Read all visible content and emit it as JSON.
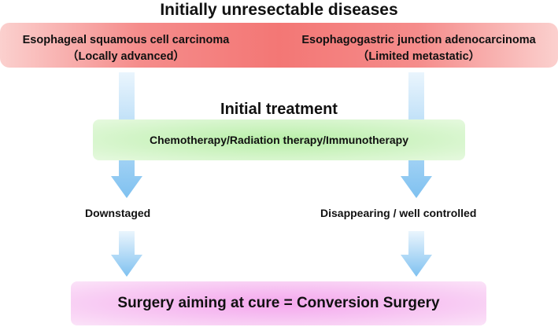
{
  "top_title": "Initially unresectable diseases",
  "diseases": {
    "left": {
      "line1": "Esophageal squamous cell carcinoma",
      "line2": "（Locally advanced）"
    },
    "right": {
      "line1": "Esophagogastric junction adenocarcinoma",
      "line2": "（Limited metastatic）"
    }
  },
  "initial_treatment": {
    "title": "Initial treatment",
    "label": "Chemotherapy/Radiation therapy/Immunotherapy"
  },
  "outcomes": {
    "left": "Downstaged",
    "right": "Disappearing / well controlled"
  },
  "final": "Surgery aiming at cure = Conversion Surgery",
  "colors": {
    "disease_band": "#f37775",
    "treatment_band": "#b8f0a8",
    "surgery_band": "#f4a7ee",
    "arrow": "#8cc8f2"
  }
}
